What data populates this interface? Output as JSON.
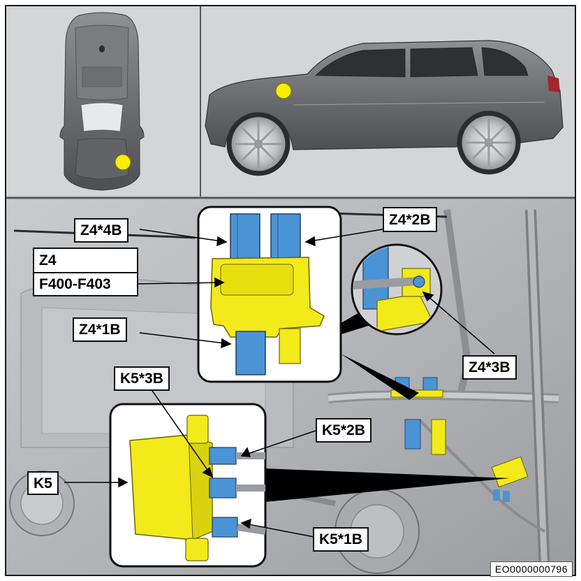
{
  "labels": {
    "z4_4b": "Z4*4B",
    "z4_2b": "Z4*2B",
    "z4": "Z4",
    "f400_f403": "F400-F403",
    "z4_1b": "Z4*1B",
    "z4_3b": "Z4*3B",
    "k5_3b": "K5*3B",
    "k5_2b": "K5*2B",
    "k5": "K5",
    "k5_1b": "K5*1B"
  },
  "document_number": "EO0000000796",
  "colors": {
    "component_yellow": "#f2ea1a",
    "connector_blue": "#4a94d6",
    "marker_yellow": "#f7ee00",
    "frame": "#1a1a1a",
    "panel_gray": "#cfd1d3"
  },
  "icons": [
    "vehicle-top-view-icon",
    "vehicle-side-view-icon",
    "location-marker-icon"
  ]
}
